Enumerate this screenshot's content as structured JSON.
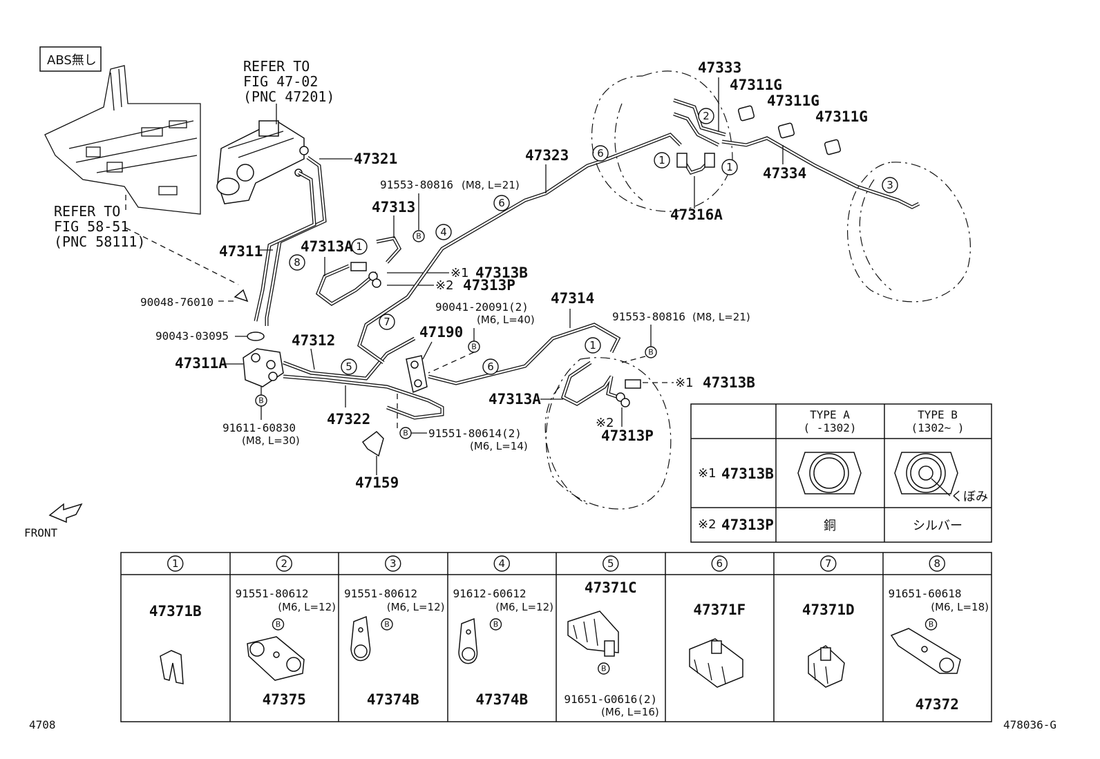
{
  "corner_tag": "ABS無し",
  "refer_master": [
    "REFER TO",
    "FIG 47-02",
    "(PNC 47201)"
  ],
  "refer_floor": [
    "REFER TO",
    "FIG 58-51",
    "(PNC 58111)"
  ],
  "labels": {
    "p47321": "47321",
    "p47311": "47311",
    "p47311A": "47311A",
    "p90048": "90048-76010",
    "p90043": "90043-03095",
    "p47312": "47312",
    "p47322": "47322",
    "p91611": "91611-60830",
    "p91611_spec": "(M8, L=30)",
    "p47313": "47313",
    "p47313A_top": "47313A",
    "p47313B_top": "47313B",
    "p47313P_top": "47313P",
    "p91553_top": "91553-80816",
    "p91553_top_spec": "(M8, L=21)",
    "p47323": "47323",
    "p47190": "47190",
    "p90041": "90041-20091(2)",
    "p90041_spec": "(M6, L=40)",
    "p91551_mid": "91551-80614(2)",
    "p91551_mid_spec": "(M6, L=14)",
    "p47159": "47159",
    "p47314": "47314",
    "p91553_right": "91553-80816",
    "p91553_right_spec": "(M8, L=21)",
    "p47313A_bot": "47313A",
    "p47313B_bot": "47313B",
    "p47313P_bot": "47313P",
    "p47333": "47333",
    "p47311G_1": "47311G",
    "p47311G_2": "47311G",
    "p47311G_3": "47311G",
    "p47334": "47334",
    "p47316A": "47316A",
    "front": "FRONT",
    "mark1": "※1",
    "mark2": "※2"
  },
  "type_table": {
    "header_a": "TYPE A",
    "header_a_range": "(      -1302)",
    "header_b": "TYPE B",
    "header_b_range": "(1302~      )",
    "row1_mark": "※1",
    "row1_part": "47313B",
    "row1_note": "くぼみ",
    "row2_mark": "※2",
    "row2_part": "47313P",
    "row2_a": "銅",
    "row2_b": "シルバー"
  },
  "clamp_table": [
    {
      "num": "1",
      "top": "",
      "spec": "",
      "part": "47371B",
      "bottom": "",
      "bottom_spec": ""
    },
    {
      "num": "2",
      "top": "91551-80612",
      "spec": "(M6, L=12)",
      "part": "47375",
      "bottom": "",
      "bottom_spec": ""
    },
    {
      "num": "3",
      "top": "91551-80612",
      "spec": "(M6, L=12)",
      "part": "47374B",
      "bottom": "",
      "bottom_spec": ""
    },
    {
      "num": "4",
      "top": "91612-60612",
      "spec": "(M6, L=12)",
      "part": "47374B",
      "bottom": "",
      "bottom_spec": ""
    },
    {
      "num": "5",
      "top": "",
      "spec": "",
      "part": "47371C",
      "bottom": "91651-G0616(2)",
      "bottom_spec": "(M6, L=16)"
    },
    {
      "num": "6",
      "top": "",
      "spec": "",
      "part": "47371F",
      "bottom": "",
      "bottom_spec": ""
    },
    {
      "num": "7",
      "top": "",
      "spec": "",
      "part": "47371D",
      "bottom": "",
      "bottom_spec": ""
    },
    {
      "num": "8",
      "top": "91651-60618",
      "spec": "(M6, L=18)",
      "part": "47372",
      "bottom": "",
      "bottom_spec": ""
    }
  ],
  "footer_left": "4708",
  "footer_right": "478036-G"
}
